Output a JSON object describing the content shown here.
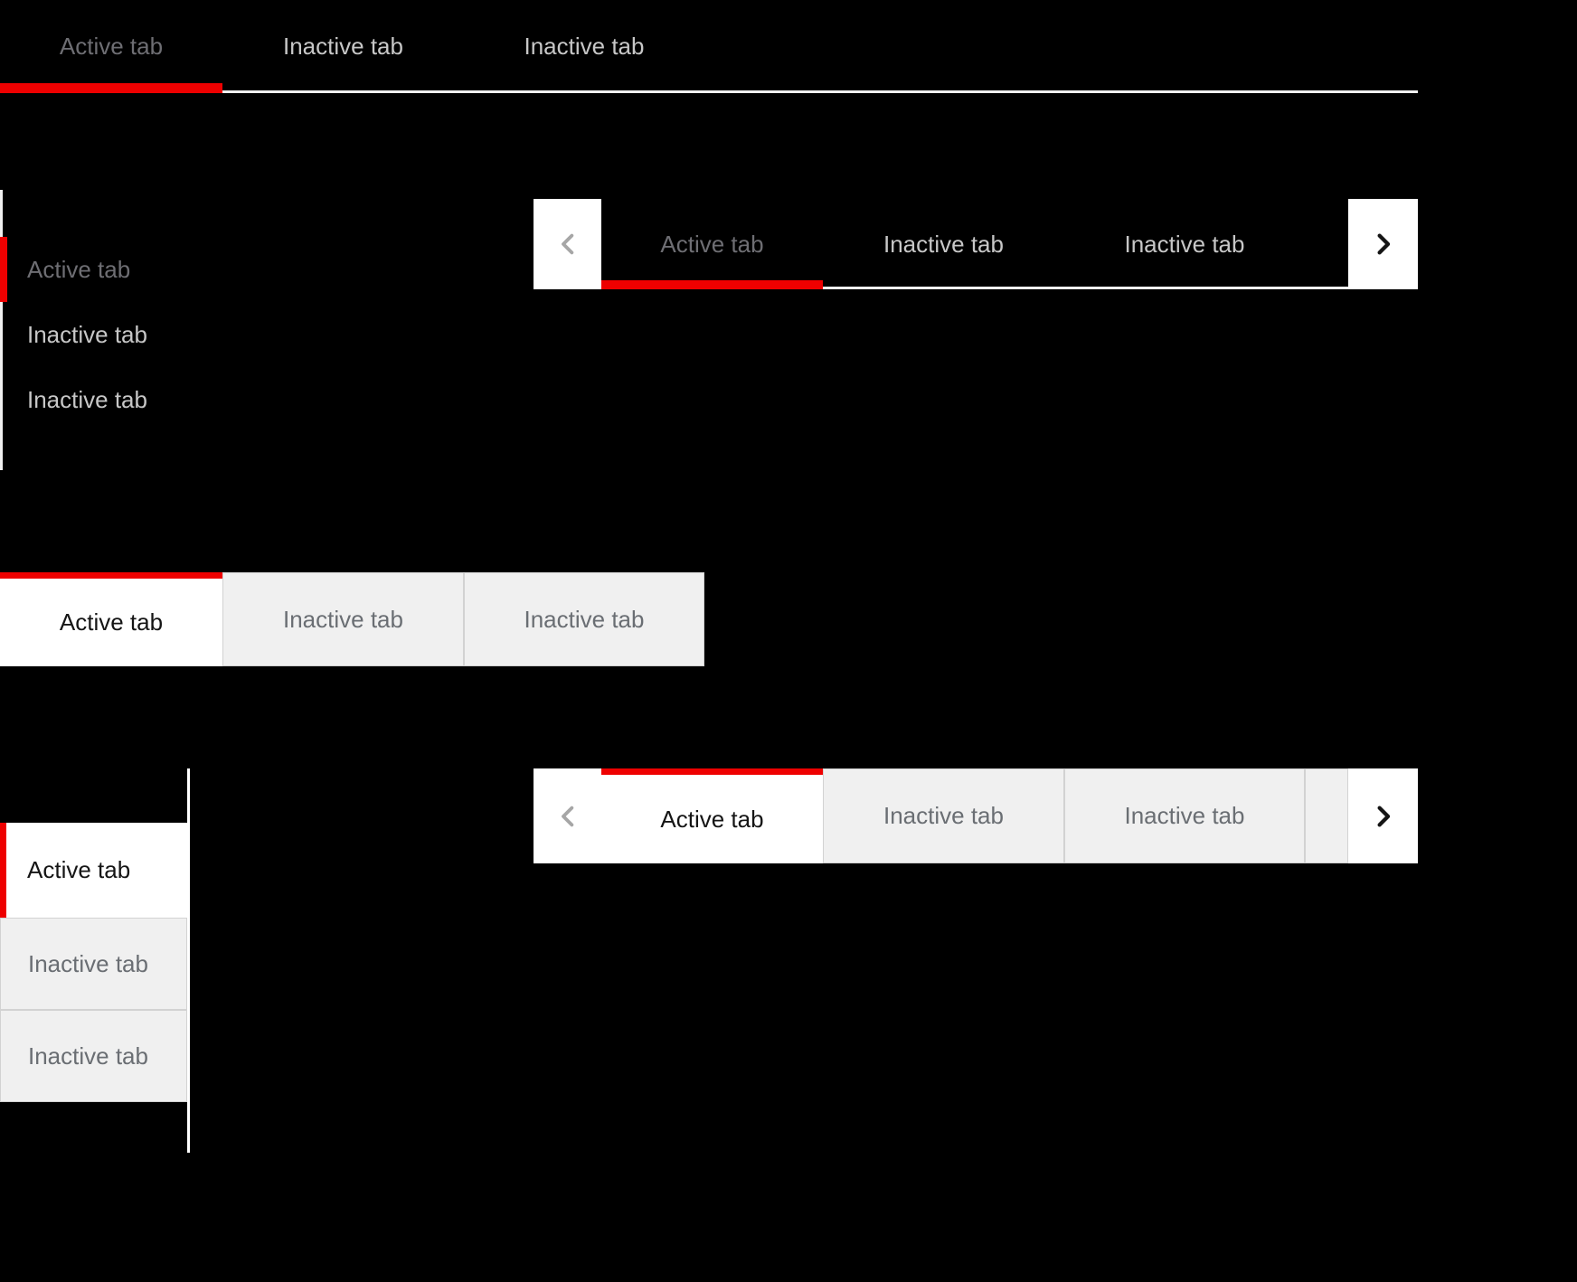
{
  "colors": {
    "accent": "#ee0000",
    "dark_theme_active_text": "#6e6e73",
    "dark_theme_inactive_text": "#c7c7c7",
    "light_theme_active_text": "#151515",
    "light_theme_inactive_text": "#6a6e73",
    "box_tab_background": "#f0f0f0",
    "box_tab_border": "#d2d2d2",
    "divider": "#f0f0f0"
  },
  "sections": {
    "dark_horizontal": {
      "items": [
        {
          "label": "Active tab",
          "state": "active"
        },
        {
          "label": "Inactive tab",
          "state": "inactive"
        },
        {
          "label": "Inactive tab",
          "state": "inactive"
        }
      ]
    },
    "dark_vertical": {
      "items": [
        {
          "label": "Active tab",
          "state": "active"
        },
        {
          "label": "Inactive tab",
          "state": "inactive"
        },
        {
          "label": "Inactive tab",
          "state": "inactive"
        }
      ]
    },
    "dark_scrollable": {
      "prev_icon": "chevron-left",
      "next_icon": "chevron-right",
      "items": [
        {
          "label": "Active tab",
          "state": "active"
        },
        {
          "label": "Inactive tab",
          "state": "inactive"
        },
        {
          "label": "Inactive tab",
          "state": "inactive"
        }
      ]
    },
    "light_box": {
      "items": [
        {
          "label": "Active tab",
          "state": "active"
        },
        {
          "label": "Inactive tab",
          "state": "inactive"
        },
        {
          "label": "Inactive tab",
          "state": "inactive"
        }
      ]
    },
    "light_vertical_box": {
      "items": [
        {
          "label": "Active tab",
          "state": "active"
        },
        {
          "label": "Inactive tab",
          "state": "inactive"
        },
        {
          "label": "Inactive tab",
          "state": "inactive"
        }
      ]
    },
    "light_scrollable_box": {
      "prev_icon": "chevron-left",
      "next_icon": "chevron-right",
      "items": [
        {
          "label": "Active tab",
          "state": "active"
        },
        {
          "label": "Inactive tab",
          "state": "inactive"
        },
        {
          "label": "Inactive tab",
          "state": "inactive"
        }
      ]
    }
  }
}
